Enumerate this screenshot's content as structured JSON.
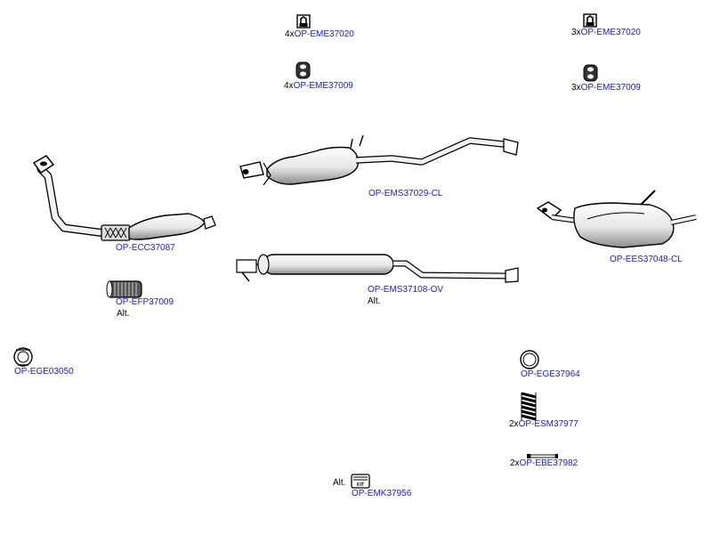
{
  "colors": {
    "link": "#1a1acc",
    "text": "#000000",
    "background": "#ffffff",
    "part_fill": "#f2f2f2",
    "part_shade": "#9a9a9a",
    "outline": "#000000"
  },
  "parts": [
    {
      "key": "eme37020_a",
      "code": "OP-EME37020",
      "qty": "4x",
      "icon": "hanger-bracket-icon"
    },
    {
      "key": "eme37020_b",
      "code": "OP-EME37020",
      "qty": "3x",
      "icon": "hanger-bracket-icon"
    },
    {
      "key": "eme37009_a",
      "code": "OP-EME37009",
      "qty": "4x",
      "icon": "rubber-mount-icon"
    },
    {
      "key": "eme37009_b",
      "code": "OP-EME37009",
      "qty": "3x",
      "icon": "rubber-mount-icon"
    },
    {
      "key": "ems37029",
      "code": "OP-EMS37029-CL",
      "icon": "middle-silencer-icon"
    },
    {
      "key": "ecc37087",
      "code": "OP-ECC37087",
      "icon": "catalytic-converter-icon"
    },
    {
      "key": "ees37048",
      "code": "OP-EES37048-CL",
      "icon": "rear-silencer-icon"
    },
    {
      "key": "ems37108",
      "code": "OP-EMS37108-OV",
      "note": "Alt.",
      "icon": "middle-silencer-alt-icon"
    },
    {
      "key": "efp37009",
      "code": "OP-EFP37009",
      "note": "Alt.",
      "icon": "flex-pipe-icon"
    },
    {
      "key": "ege03050",
      "code": "OP-EGE03050",
      "icon": "gasket-icon"
    },
    {
      "key": "ege37964",
      "code": "OP-EGE37964",
      "icon": "gasket-ring-icon"
    },
    {
      "key": "esm37977",
      "code": "OP-ESM37977",
      "qty": "2x",
      "icon": "spring-icon"
    },
    {
      "key": "ebe37982",
      "code": "OP-EBE37982",
      "qty": "2x",
      "icon": "bolt-icon"
    },
    {
      "key": "emk37956",
      "code": "OP-EMK37956",
      "note": "Alt.",
      "icon": "mounting-kit-icon",
      "kit_text": "KIT"
    }
  ]
}
